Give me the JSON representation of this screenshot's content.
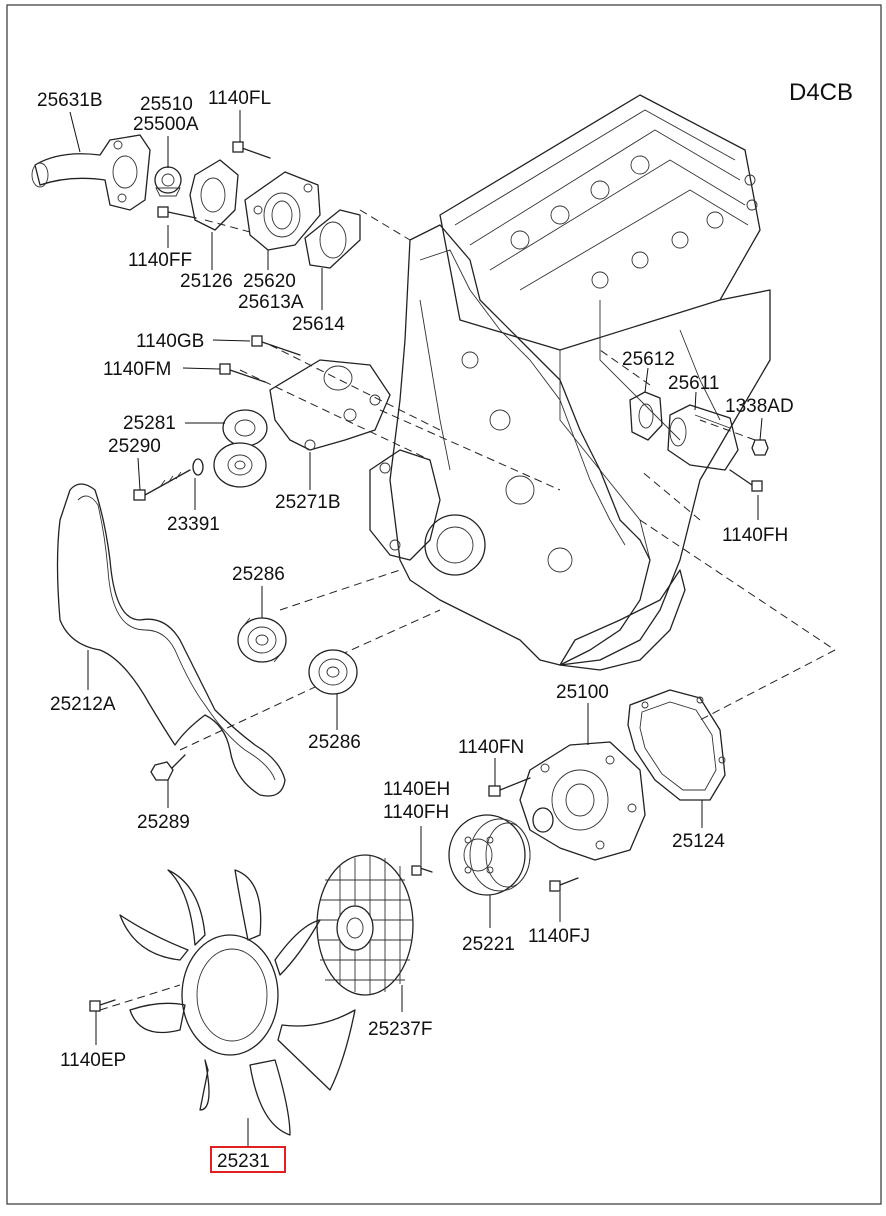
{
  "engine_code": "D4CB",
  "labels": {
    "p25631B": "25631B",
    "p25510": "25510",
    "p25500A": "25500A",
    "p1140FL": "1140FL",
    "p1140FF": "1140FF",
    "p25126": "25126",
    "p25620": "25620",
    "p25613A": "25613A",
    "p25614": "25614",
    "p1140GB": "1140GB",
    "p1140FM": "1140FM",
    "p25281": "25281",
    "p25290": "25290",
    "p23391": "23391",
    "p25271B": "25271B",
    "p25612": "25612",
    "p25611": "25611",
    "p1338AD": "1338AD",
    "p1140FH_right": "1140FH",
    "p25286_upper": "25286",
    "p25286_lower": "25286",
    "p25212A": "25212A",
    "p25289": "25289",
    "p25100": "25100",
    "p1140FN": "1140FN",
    "p1140EH": "1140EH",
    "p1140FH_mid": "1140FH",
    "p25124": "25124",
    "p25221": "25221",
    "p1140FJ": "1140FJ",
    "p25237F": "25237F",
    "p1140EP": "1140EP",
    "p25231": "25231"
  },
  "highlight_color": "#e02020"
}
